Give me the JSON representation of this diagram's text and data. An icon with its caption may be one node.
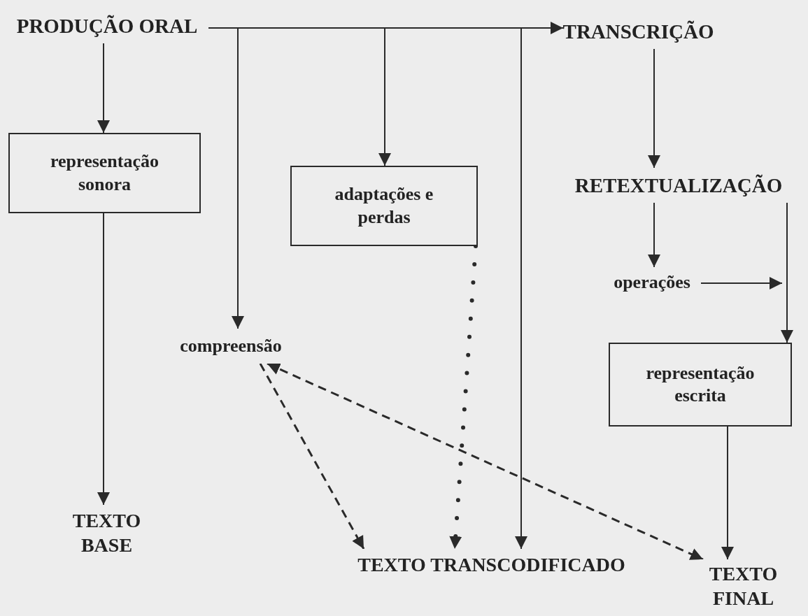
{
  "diagram": {
    "nodes": [
      {
        "text": [
          "PRODUÇÃO ORAL"
        ]
      },
      {
        "text": [
          "representação sonora"
        ]
      },
      {
        "text": [
          "TRANSCRIÇÃO"
        ]
      },
      {
        "text": [
          "adaptações e perdas"
        ]
      },
      {
        "text": [
          "RETEXTUALIZAÇÃO"
        ]
      },
      {
        "text": [
          "operações"
        ]
      },
      {
        "text": [
          "compreensão"
        ]
      },
      {
        "text": [
          "representação escrita"
        ]
      },
      {
        "text": [
          "TEXTO BASE"
        ]
      },
      {
        "text": [
          "TEXTO TRANSCODIFICADO"
        ]
      },
      {
        "text": [
          "TEXTO FINAL"
        ]
      }
    ],
    "edges": [
      {
        "from": 0,
        "to": 1,
        "arrow": "to"
      },
      {
        "from": 0,
        "to": 2,
        "arrow": "to"
      },
      {
        "from": 0,
        "to": 6,
        "arrow": "to"
      },
      {
        "from": 0,
        "to": 3,
        "arrow": "to"
      },
      {
        "from": 0,
        "to": 9,
        "arrow": "to"
      },
      {
        "from": 1,
        "to": 8,
        "arrow": "to"
      },
      {
        "from": 2,
        "to": 4,
        "arrow": "to"
      },
      {
        "from": 4,
        "to": 5,
        "arrow": "to"
      },
      {
        "from": 5,
        "to": null,
        "arrow": "to"
      },
      {
        "from": 4,
        "to": 7,
        "arrow": "to"
      },
      {
        "from": 7,
        "to": 10,
        "arrow": "to"
      },
      {
        "from": 3,
        "to": 9,
        "arrow": "to",
        "style": "dashed"
      },
      {
        "from": 6,
        "to": 9,
        "arrow": "to",
        "style": "dashed"
      },
      {
        "from": 6,
        "to": 10,
        "arrow": "both",
        "style": "dashed"
      }
    ]
  }
}
